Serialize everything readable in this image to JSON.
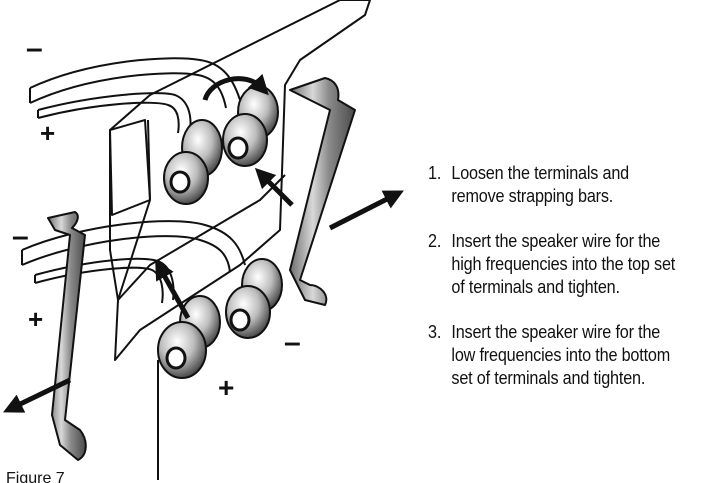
{
  "polarity": {
    "minus": "–",
    "plus": "+"
  },
  "figure_label": "Figure 7",
  "instructions": [
    {
      "num": "1.",
      "lines": [
        "Loosen the terminals and",
        "remove strapping bars."
      ]
    },
    {
      "num": "2.",
      "lines": [
        "Insert the speaker wire for the",
        "high frequencies into the top set",
        "of terminals and tighten."
      ]
    },
    {
      "num": "3.",
      "lines": [
        "Insert the speaker wire for the",
        "low frequencies into the bottom",
        "set of terminals and tighten."
      ]
    }
  ],
  "colors": {
    "ink": "#111111",
    "metal": "#9a9a9a",
    "metal_dark": "#5a5a5a",
    "panel": "#ffffff"
  }
}
